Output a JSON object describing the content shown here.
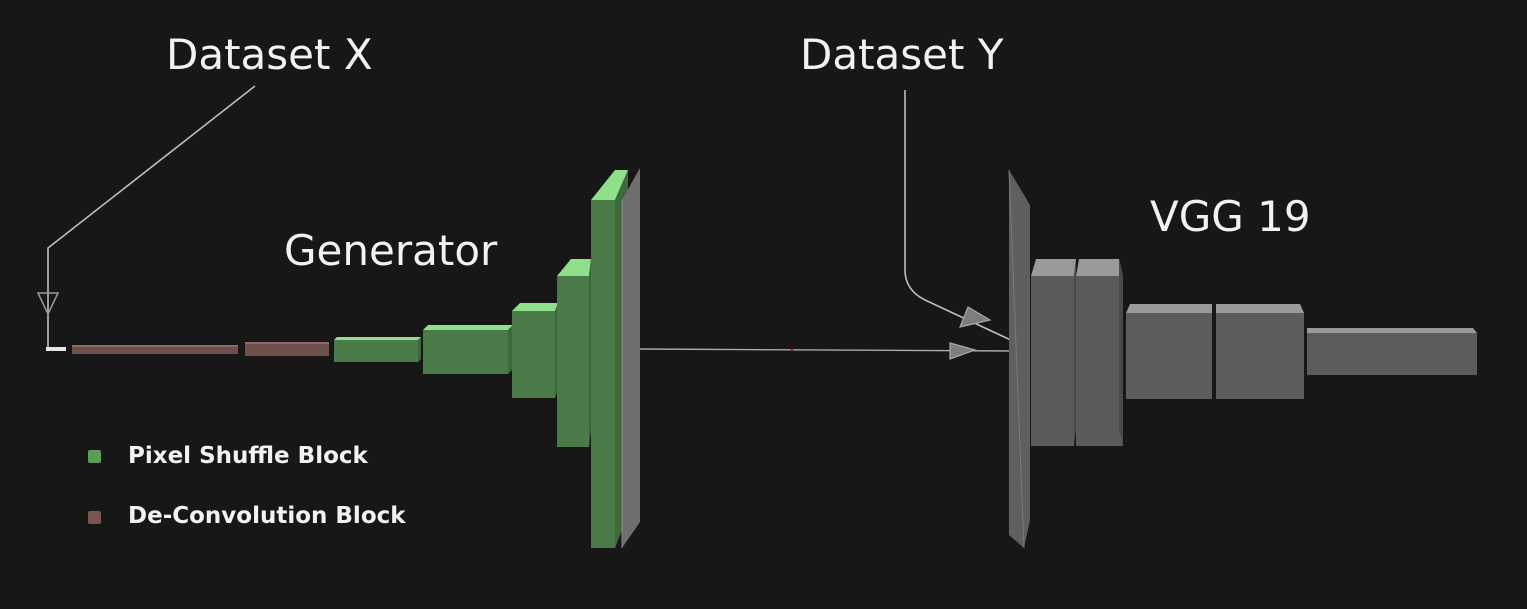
{
  "labels": {
    "dataset_x": "Dataset X",
    "dataset_y": "Dataset Y",
    "generator": "Generator",
    "vgg": "VGG 19"
  },
  "legend": {
    "items": [
      {
        "label": "Pixel Shuffle Block",
        "color": "#5a9c58"
      },
      {
        "label": "De-Convolution Block",
        "color": "#7a5650"
      }
    ]
  },
  "colors": {
    "background": "#171717",
    "pixel_shuffle_front": "#4b7b48",
    "pixel_shuffle_top": "#8ee08a",
    "deconvolution": "#6e4f4a",
    "vgg_block": "#5a5a5a",
    "vgg_block_top": "#9a9a9a",
    "plane": "#6f6f6f",
    "leader_line": "#bdbdbd"
  }
}
